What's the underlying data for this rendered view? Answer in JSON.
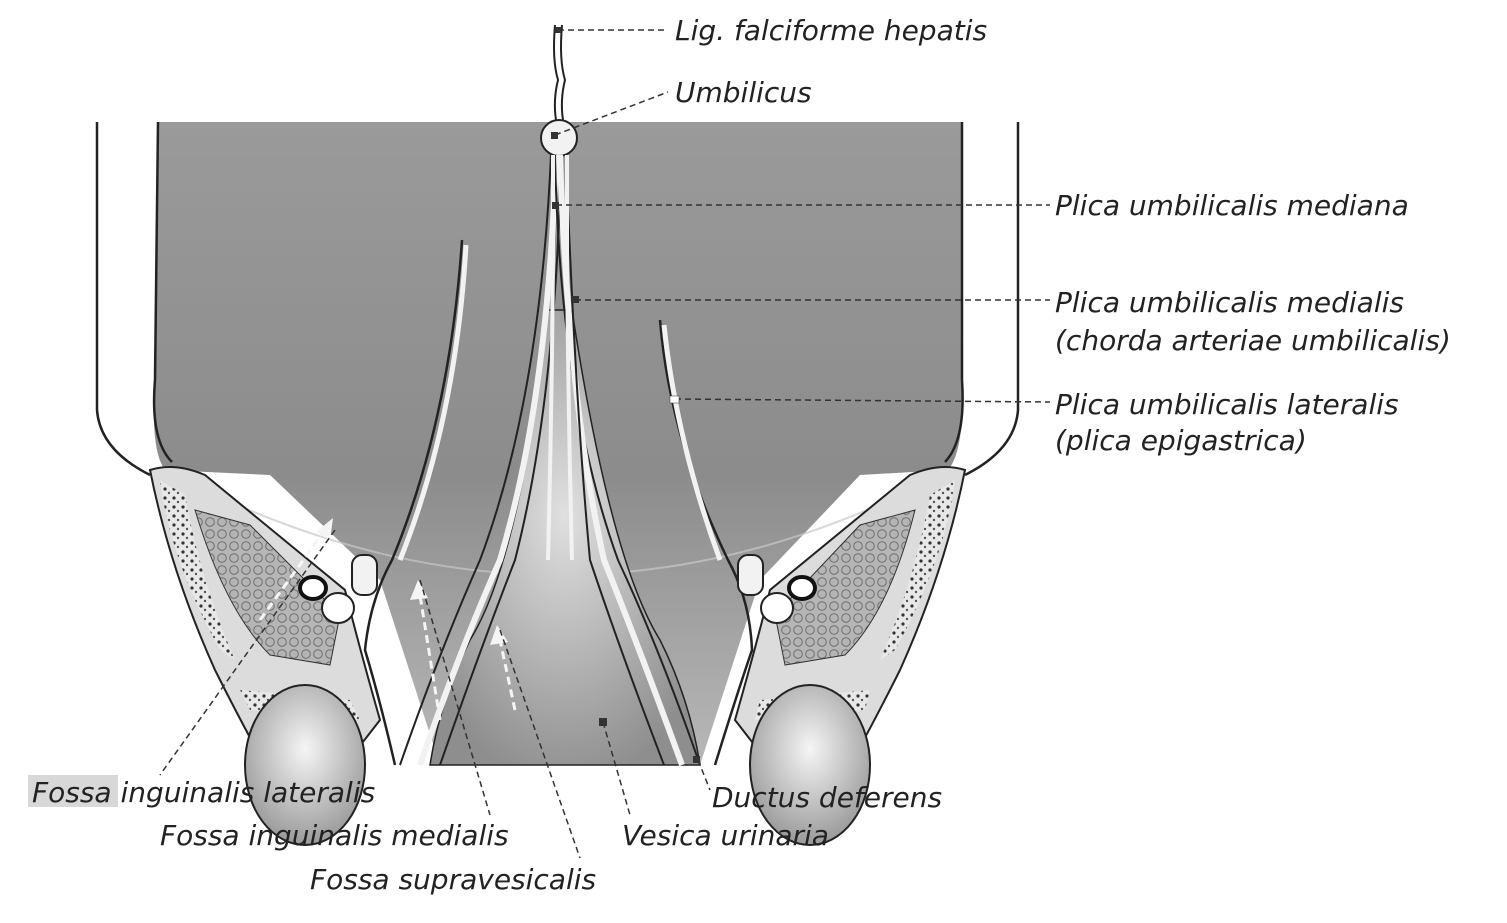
{
  "labels": {
    "lig_falciforme": "Lig. falciforme hepatis",
    "umbilicus": "Umbilicus",
    "plica_mediana": "Plica umbilicalis mediana",
    "plica_medialis_1": "Plica umbilicalis medialis",
    "plica_medialis_2": "(chorda arteriae umbilicalis)",
    "plica_lateralis_1": "Plica umbilicalis lateralis",
    "plica_lateralis_2": "(plica epigastrica)",
    "fossa_ing_lateralis": "Fossa inguinalis lateralis",
    "fossa_ing_medialis": "Fossa inguinalis medialis",
    "fossa_supravesicalis": "Fossa supravesicalis",
    "ductus_deferens": "Ductus deferens",
    "vesica_urinaria": "Vesica urinaria"
  },
  "colors": {
    "wall_dark": "#8a8a8a",
    "wall_light": "#d6d6d6",
    "fold": "#f2f2f2",
    "outline": "#222222"
  }
}
